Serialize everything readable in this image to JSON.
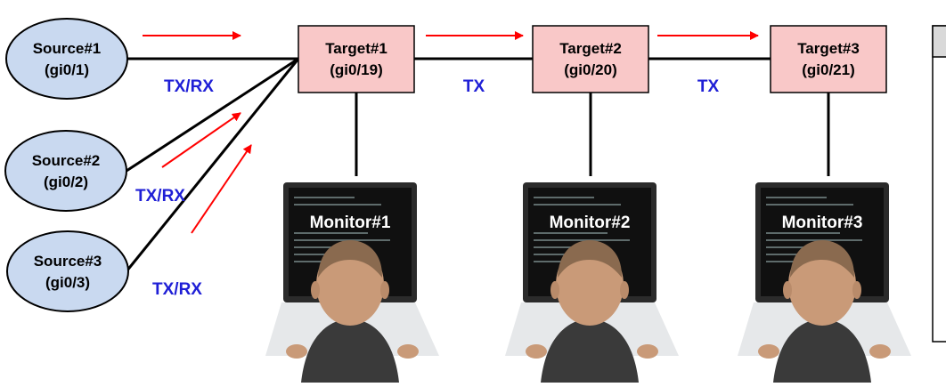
{
  "sources": [
    {
      "name": "Source#1",
      "port": "(gi0/1)"
    },
    {
      "name": "Source#2",
      "port": "(gi0/2)"
    },
    {
      "name": "Source#3",
      "port": "(gi0/3)"
    }
  ],
  "targets": [
    {
      "name": "Target#1",
      "port": "(gi0/19)"
    },
    {
      "name": "Target#2",
      "port": "(gi0/20)"
    },
    {
      "name": "Target#3",
      "port": "(gi0/21)"
    }
  ],
  "monitors": [
    {
      "label": "Monitor#1"
    },
    {
      "label": "Monitor#2"
    },
    {
      "label": "Monitor#3"
    }
  ],
  "link_labels": {
    "source1": "TX/RX",
    "source2": "TX/RX",
    "source3": "TX/RX",
    "target1_target2": "TX",
    "target2_target3": "TX"
  },
  "colors": {
    "source_fill": "#c9d9f0",
    "target_fill": "#f9c8c8",
    "arrow": "#ff0000",
    "label_blue": "#1f1fd6",
    "line": "#000000"
  }
}
